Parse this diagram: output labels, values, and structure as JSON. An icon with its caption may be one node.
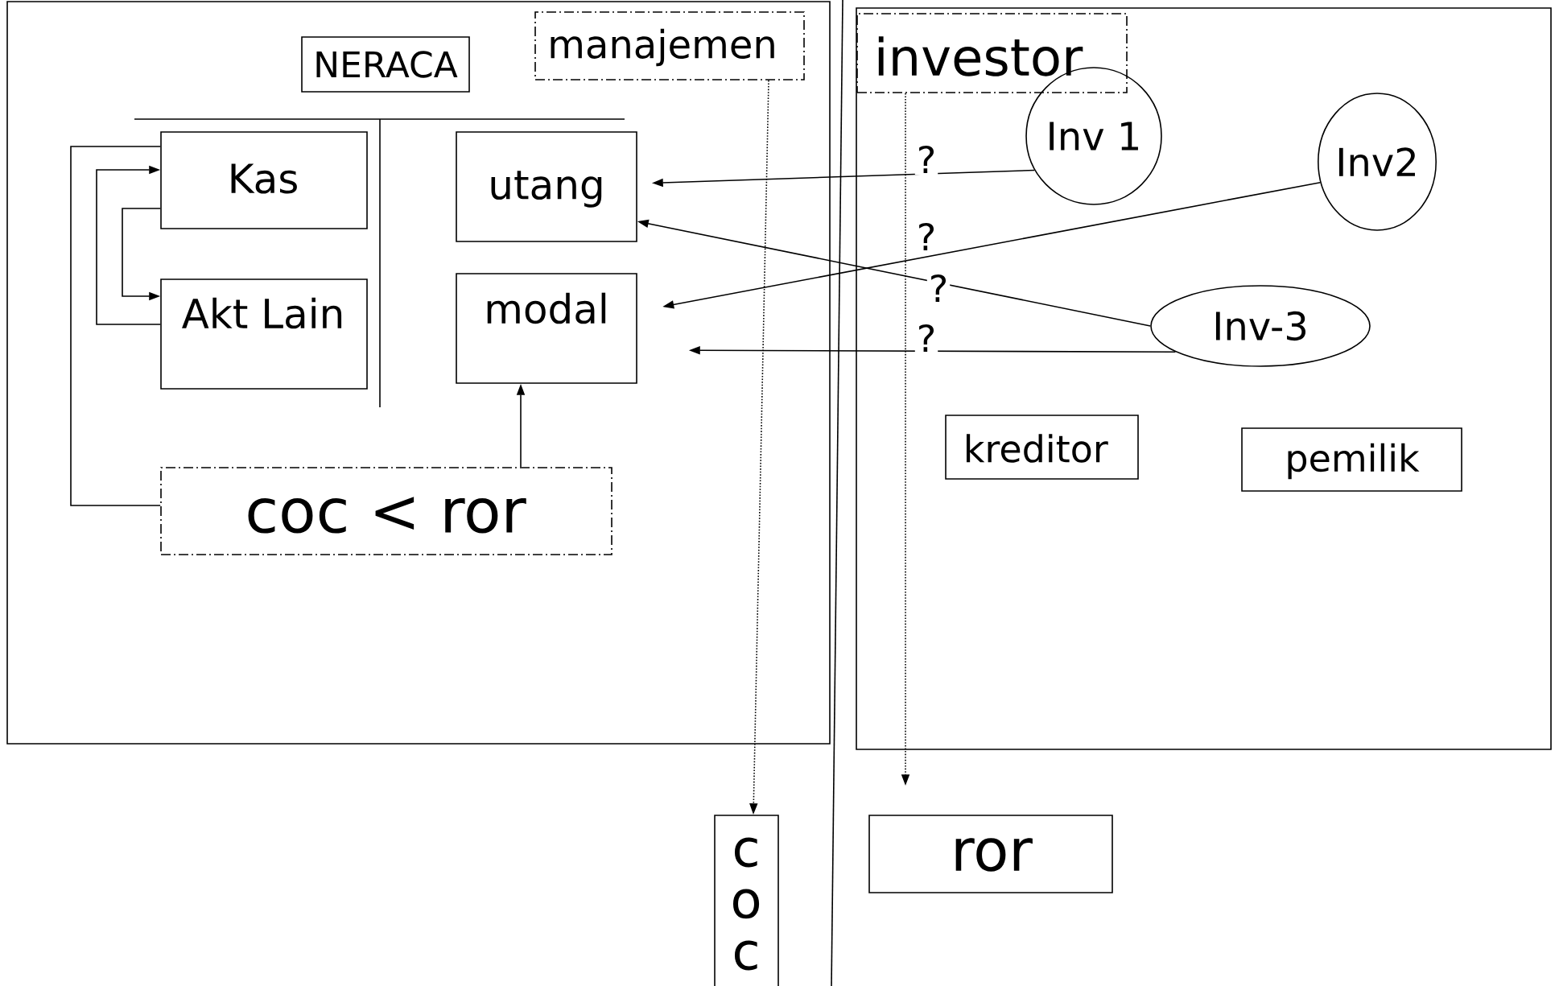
{
  "diagram": {
    "nodes": [
      {
        "text": [],
        "shape": "box"
      },
      {
        "text": [
          "NERACA"
        ],
        "in": 0
      },
      {
        "text": [
          "manajemen"
        ],
        "in": 0
      },
      {
        "text": [
          "Kas"
        ],
        "in": 0
      },
      {
        "text": [
          "utang"
        ],
        "in": 0
      },
      {
        "text": [
          "Akt Lain"
        ],
        "in": 0
      },
      {
        "text": [
          "modal"
        ],
        "in": 0
      },
      {
        "text": [
          "coc < ror"
        ],
        "in": 0
      },
      {
        "text": [],
        "shape": "box"
      },
      {
        "text": [
          "investor"
        ],
        "in": 8
      },
      {
        "text": [
          "Inv 1"
        ],
        "in": 8
      },
      {
        "text": [
          "Inv2"
        ],
        "in": 8
      },
      {
        "text": [
          "Inv-3"
        ],
        "in": 8
      },
      {
        "text": [
          "kreditor"
        ],
        "in": 8
      },
      {
        "text": [
          "pemilik"
        ],
        "in": 8
      },
      {
        "text": [
          "c o c"
        ]
      },
      {
        "text": [
          "ror"
        ]
      }
    ],
    "edges": [
      {
        "from": 3,
        "to": 5,
        "arrow": "to"
      },
      {
        "from": 5,
        "to": 3,
        "arrow": "to"
      },
      {
        "from": 7,
        "to": 3,
        "arrow": "none"
      },
      {
        "from": 7,
        "to": 6,
        "arrow": "to"
      },
      {
        "from": 10,
        "to": 4,
        "arrow": "to",
        "label": "?"
      },
      {
        "from": 11,
        "to": 6,
        "arrow": "to",
        "label": "?"
      },
      {
        "from": 12,
        "to": 4,
        "arrow": "to",
        "label": "?"
      },
      {
        "from": 12,
        "to": 6,
        "arrow": "to",
        "label": "?"
      },
      {
        "from": 2,
        "to": 15,
        "arrow": "to",
        "style": "dashed"
      },
      {
        "from": 9,
        "to": 16,
        "arrow": "to",
        "style": "dashed"
      }
    ]
  }
}
